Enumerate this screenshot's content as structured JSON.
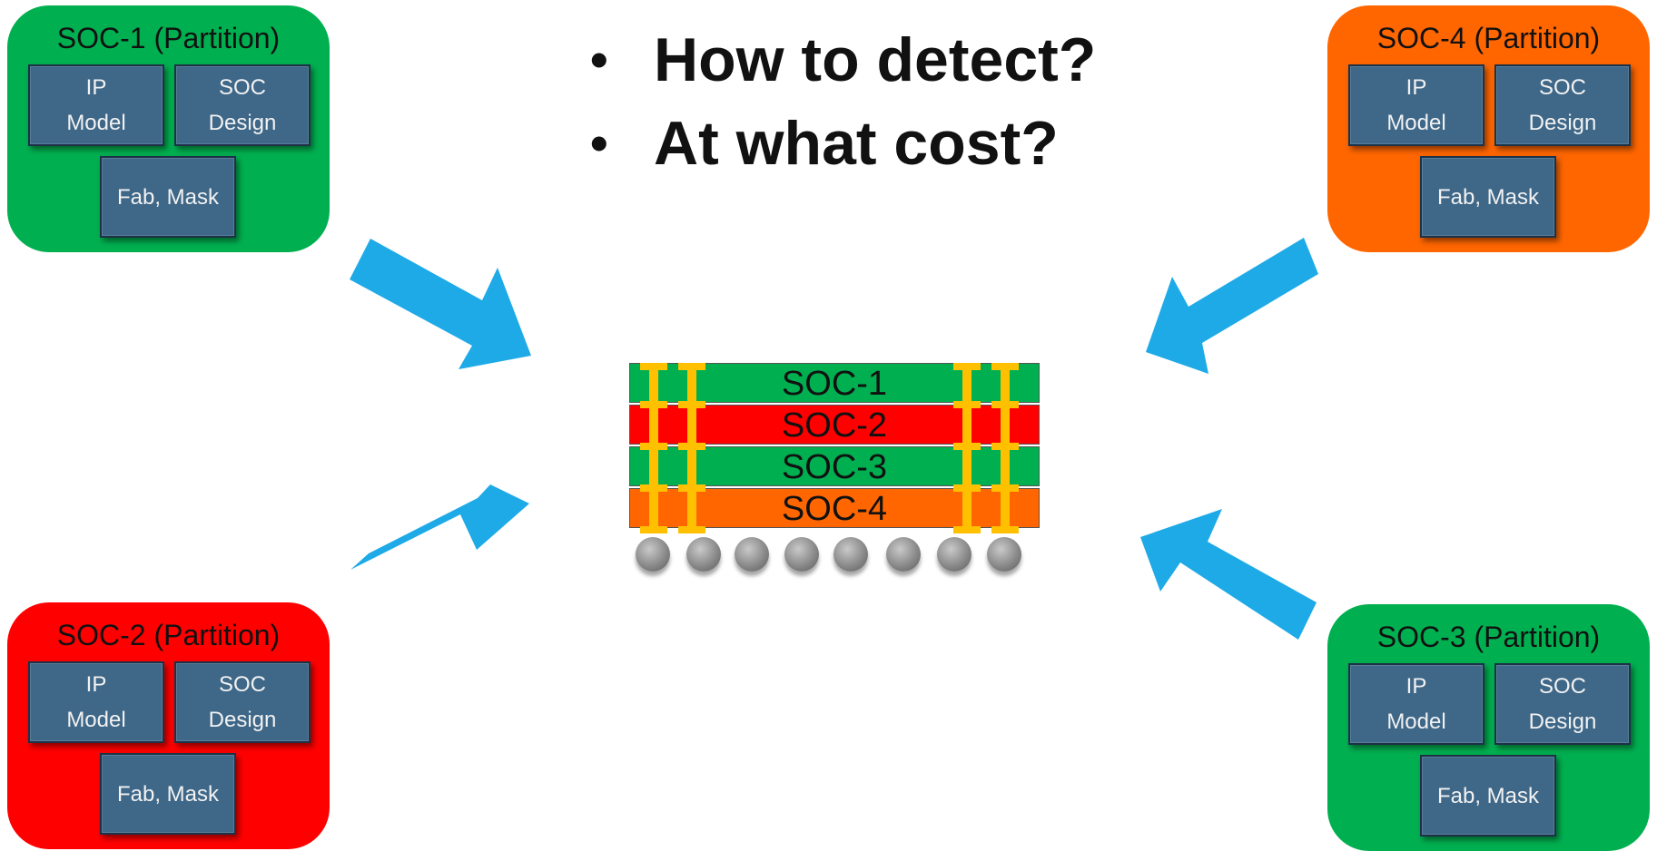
{
  "partitions": {
    "soc1": {
      "title": "SOC-1 (Partition)",
      "color": "#00b050",
      "ip": [
        "IP",
        "Model"
      ],
      "soc": [
        "SOC",
        "Design"
      ],
      "fab": "Fab, Mask"
    },
    "soc4": {
      "title": "SOC-4 (Partition)",
      "color": "#ff6600",
      "ip": [
        "IP",
        "Model"
      ],
      "soc": [
        "SOC",
        "Design"
      ],
      "fab": "Fab, Mask"
    },
    "soc2": {
      "title": "SOC-2 (Partition)",
      "color": "#ff0000",
      "ip": [
        "IP",
        "Model"
      ],
      "soc": [
        "SOC",
        "Design"
      ],
      "fab": "Fab, Mask"
    },
    "soc3": {
      "title": "SOC-3 (Partition)",
      "color": "#00b050",
      "ip": [
        "IP",
        "Model"
      ],
      "soc": [
        "SOC",
        "Design"
      ],
      "fab": "Fab, Mask"
    }
  },
  "questions": [
    "How to detect?",
    "At what cost?"
  ],
  "bullet_char": "•",
  "stack_layers": [
    {
      "label": "SOC-1",
      "color": "#00b050"
    },
    {
      "label": "SOC-2",
      "color": "#ff0000"
    },
    {
      "label": "SOC-3",
      "color": "#00b050"
    },
    {
      "label": "SOC-4",
      "color": "#ff6600"
    }
  ],
  "colors": {
    "block_fill": "#3e6788",
    "arrow": "#1eaae7",
    "via": "#ffc000"
  },
  "solder_ball_count": 8
}
